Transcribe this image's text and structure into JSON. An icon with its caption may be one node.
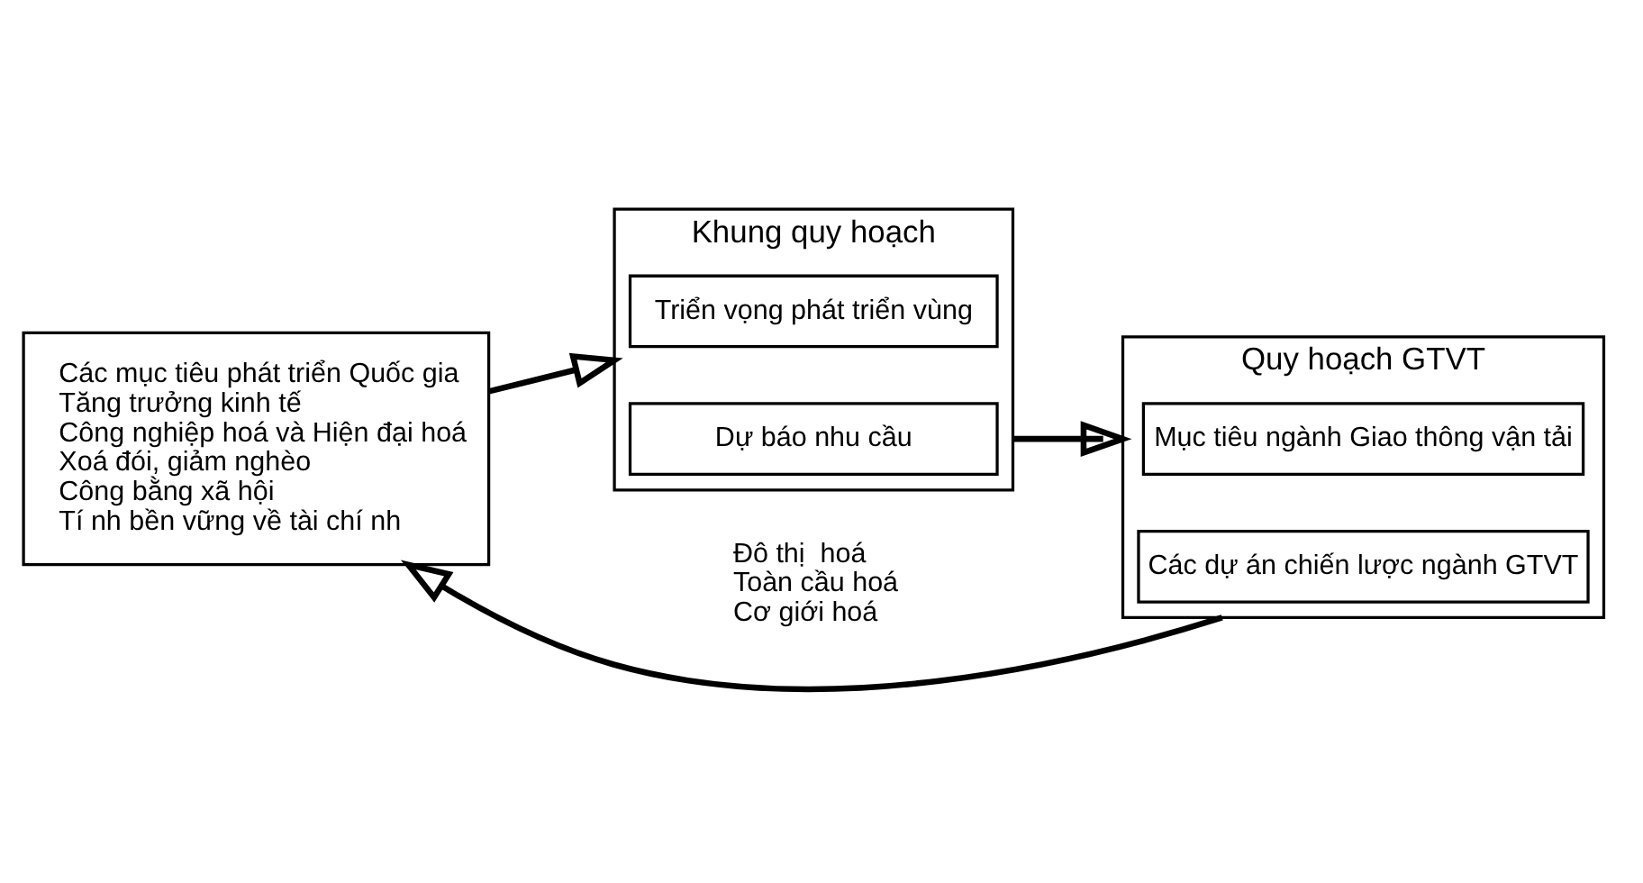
{
  "diagram": {
    "nodes": [
      {
        "text": [
          "Các mục tiêu phát triển Quốc gia",
          "Tăng trưởng kinh tế",
          "Công nghiệp hoá và Hiện đại hoá",
          "Xoá đói, giảm nghèo",
          "Công bằng xã hội",
          "Tí nh bền vững về tài chí nh"
        ]
      },
      {
        "text": [
          "Khung quy hoạch"
        ]
      },
      {
        "text": [
          "Triển vọng phát triển vùng"
        ],
        "in": 1
      },
      {
        "text": [
          "Dự báo nhu cầu"
        ],
        "in": 1
      },
      {
        "text": [
          "Quy hoạch GTVT"
        ]
      },
      {
        "text": [
          "Mục tiêu ngành Giao thông vận tải"
        ],
        "in": 4
      },
      {
        "text": [
          "Các dự án chiến lược ngành GTVT"
        ],
        "in": 4
      }
    ],
    "edges": [
      {
        "from": 0,
        "to": 1,
        "arrow": "to"
      },
      {
        "from": 1,
        "to": 4,
        "arrow": "to"
      },
      {
        "from": 4,
        "to": 0,
        "arrow": "to"
      }
    ],
    "labels": [
      "Đô thị  hoá",
      "Toàn cầu hoá",
      "Cơ giới hoá"
    ]
  }
}
